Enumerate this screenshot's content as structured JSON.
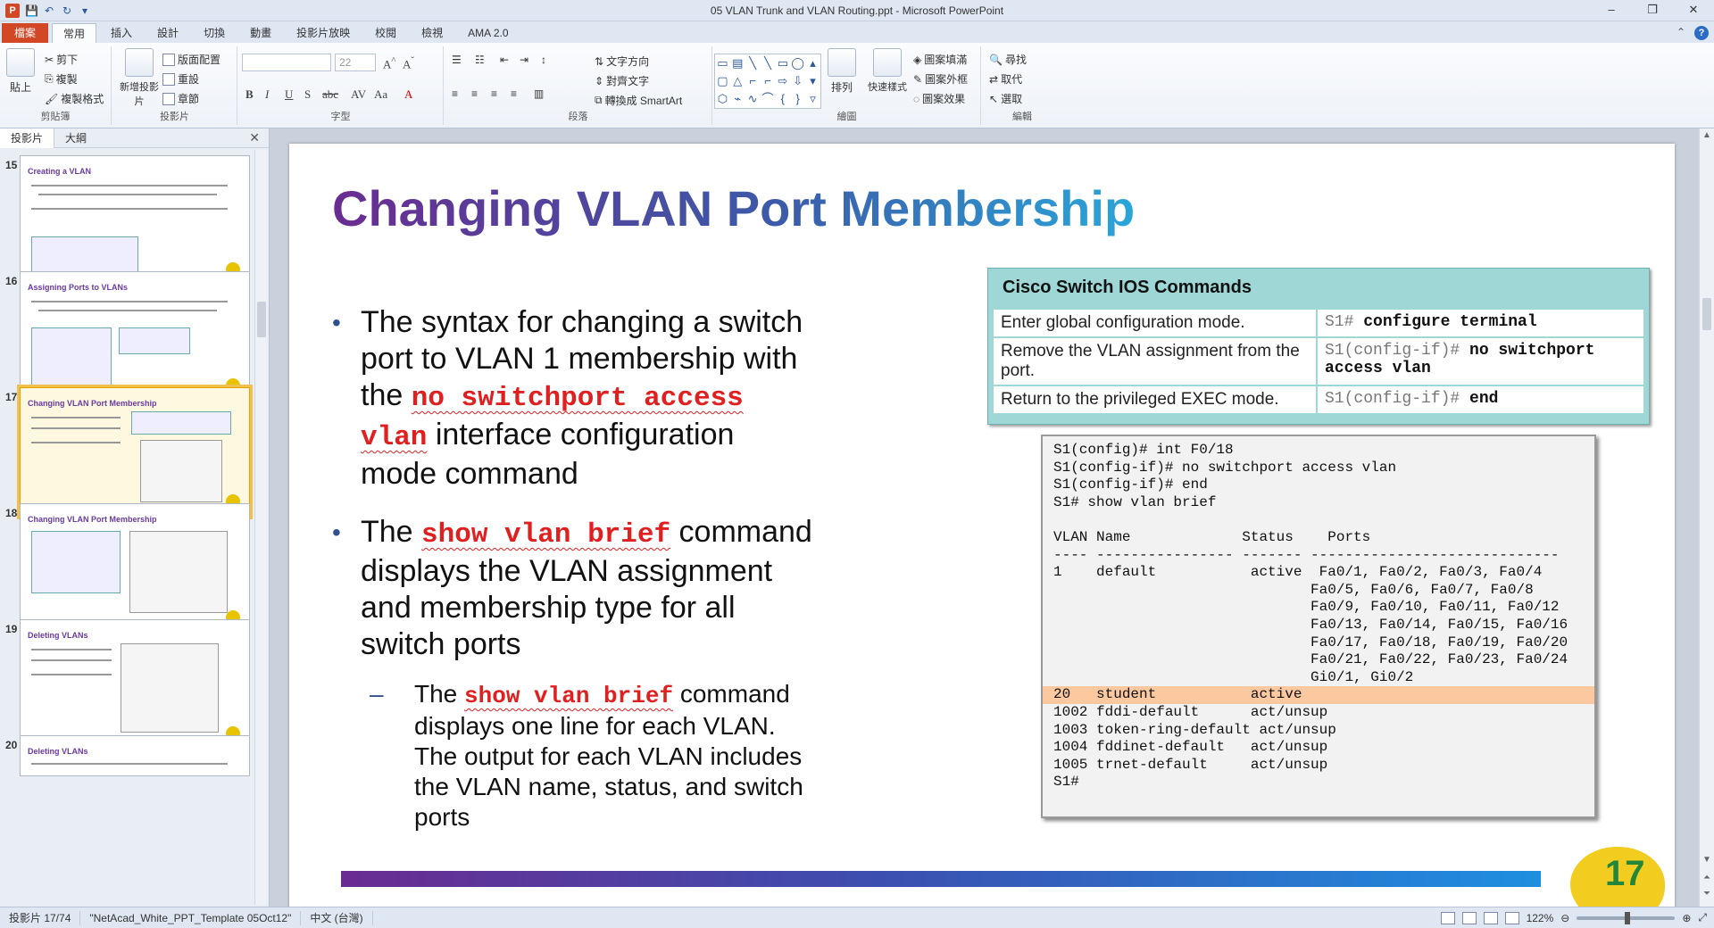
{
  "window": {
    "title": "05 VLAN Trunk and VLAN Routing.ppt - Microsoft PowerPoint",
    "app_icon": "P",
    "controls": [
      "–",
      "❐",
      "✕"
    ]
  },
  "tabs": {
    "file": "檔案",
    "items": [
      "常用",
      "插入",
      "設計",
      "切換",
      "動畫",
      "投影片放映",
      "校閱",
      "檢視",
      "AMA 2.0"
    ],
    "active_index": 0
  },
  "ribbon": {
    "clipboard": {
      "name": "剪貼簿",
      "paste": "貼上",
      "cut": "剪下",
      "copy": "複製",
      "format_painter": "複製格式"
    },
    "slides": {
      "name": "投影片",
      "new_slide": "新增投影片",
      "layout": "版面配置",
      "reset": "重設",
      "section": "章節"
    },
    "font": {
      "name": "字型",
      "size": "22"
    },
    "paragraph": {
      "name": "段落",
      "text_direction": "文字方向",
      "align_text": "對齊文字",
      "smartart": "轉換成 SmartArt"
    },
    "drawing": {
      "name": "繪圖",
      "arrange": "排列",
      "quick_styles": "快速樣式",
      "fill": "圖案填滿",
      "outline": "圖案外框",
      "effects": "圖案效果"
    },
    "editing": {
      "name": "編輯",
      "find": "尋找",
      "replace": "取代",
      "select": "選取"
    }
  },
  "pane": {
    "tabs": [
      "投影片",
      "大綱"
    ],
    "close": "✕",
    "thumbnails": [
      {
        "num": "15",
        "title": "Creating a VLAN",
        "selected": false
      },
      {
        "num": "16",
        "title": "Assigning Ports to VLANs",
        "selected": false
      },
      {
        "num": "17",
        "title": "Changing VLAN Port Membership",
        "selected": true
      },
      {
        "num": "18",
        "title": "Changing VLAN Port Membership",
        "selected": false
      },
      {
        "num": "19",
        "title": "Deleting VLANs",
        "selected": false
      },
      {
        "num": "20",
        "title": "Deleting VLANs",
        "selected": false
      }
    ]
  },
  "slide": {
    "title": "Changing VLAN Port Membership",
    "bullet1": {
      "pre": "The syntax for changing a switch port to VLAN 1 membership with the ",
      "code": "no switchport access vlan",
      "post": " interface configuration mode command"
    },
    "bullet2": {
      "pre": "The ",
      "code": "show vlan brief",
      "post": " command displays the VLAN assignment and membership type for all switch ports"
    },
    "sub1": {
      "pre": "The ",
      "code": "show vlan brief",
      "post": " command displays one line for each VLAN. The output for each VLAN includes the VLAN name, status, and switch ports"
    },
    "cmd_table": {
      "heading": "Cisco Switch IOS Commands",
      "rows": [
        {
          "desc": "Enter global configuration mode.",
          "prompt": "S1# ",
          "cmd": "configure terminal"
        },
        {
          "desc": "Remove the VLAN assignment from the port.",
          "prompt": "S1(config-if)# ",
          "cmd": "no switchport access vlan"
        },
        {
          "desc": "Return to the privileged EXEC mode.",
          "prompt": "S1(config-if)# ",
          "cmd": "end"
        }
      ]
    },
    "terminal": {
      "lines": [
        {
          "text": "S1(config)# int F0/18",
          "hl": false
        },
        {
          "text": "S1(config-if)# no switchport access vlan",
          "hl": false
        },
        {
          "text": "S1(config-if)# end",
          "hl": false
        },
        {
          "text": "S1# show vlan brief",
          "hl": false
        },
        {
          "text": "",
          "hl": false
        },
        {
          "text": "VLAN Name             Status    Ports",
          "hl": false
        },
        {
          "text": "---- ---------------- ------- -----------------------------",
          "hl": false
        },
        {
          "text": "1    default           active  Fa0/1, Fa0/2, Fa0/3, Fa0/4",
          "hl": false
        },
        {
          "text": "                              Fa0/5, Fa0/6, Fa0/7, Fa0/8",
          "hl": false
        },
        {
          "text": "                              Fa0/9, Fa0/10, Fa0/11, Fa0/12",
          "hl": false
        },
        {
          "text": "                              Fa0/13, Fa0/14, Fa0/15, Fa0/16",
          "hl": false
        },
        {
          "text": "                              Fa0/17, Fa0/18, Fa0/19, Fa0/20",
          "hl": false
        },
        {
          "text": "                              Fa0/21, Fa0/22, Fa0/23, Fa0/24",
          "hl": false
        },
        {
          "text": "                              Gi0/1, Gi0/2",
          "hl": false
        },
        {
          "text": "20   student           active",
          "hl": true
        },
        {
          "text": "1002 fddi-default      act/unsup",
          "hl": false
        },
        {
          "text": "1003 token-ring-default act/unsup",
          "hl": false
        },
        {
          "text": "1004 fddinet-default   act/unsup",
          "hl": false
        },
        {
          "text": "1005 trnet-default     act/unsup",
          "hl": false
        },
        {
          "text": "S1#",
          "hl": false
        }
      ]
    },
    "page_number": "17"
  },
  "status": {
    "slide_pos": "投影片 17/74",
    "template": "\"NetAcad_White_PPT_Template 05Oct12\"",
    "language": "中文 (台灣)",
    "zoom": "122%"
  },
  "colors": {
    "file_tab": "#d24726",
    "title_start": "#6a2c91",
    "title_end": "#2aa6d9",
    "code_red": "#e02020",
    "selected_thumb": "#f2c14b"
  }
}
